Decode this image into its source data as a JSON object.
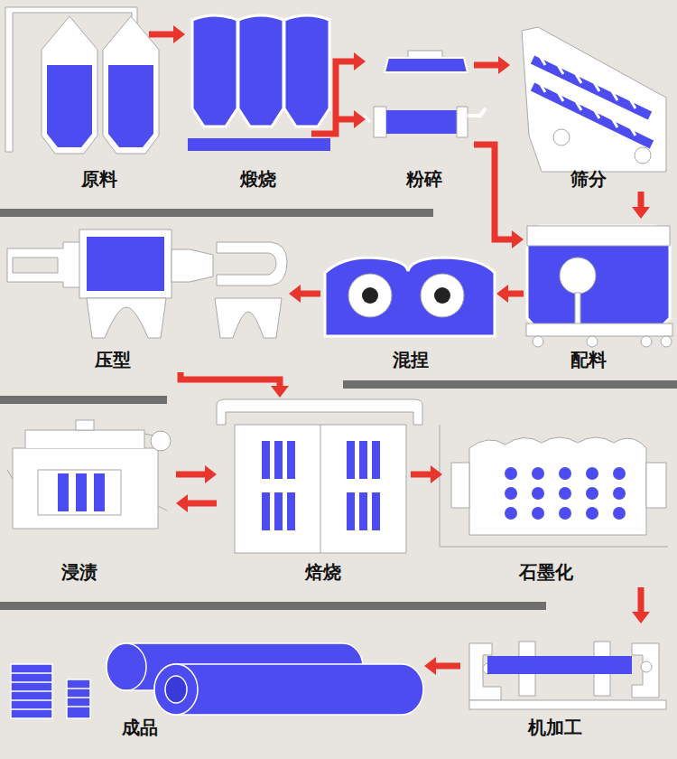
{
  "diagram": {
    "nodes": [
      {
        "text": [
          "原料"
        ]
      },
      {
        "text": [
          "煅烧"
        ]
      },
      {
        "text": [
          "粉碎"
        ]
      },
      {
        "text": [
          "筛分"
        ]
      },
      {
        "text": [
          "配料"
        ]
      },
      {
        "text": [
          "混捏"
        ]
      },
      {
        "text": [
          "压型"
        ]
      },
      {
        "text": [
          "浸渍"
        ]
      },
      {
        "text": [
          "焙烧"
        ]
      },
      {
        "text": [
          "石墨化"
        ]
      },
      {
        "text": [
          "机加工"
        ]
      },
      {
        "text": [
          "成品"
        ]
      }
    ],
    "edges": [
      {
        "from": 0,
        "to": 1,
        "arrow": "to"
      },
      {
        "from": 1,
        "to": 2,
        "arrow": "to"
      },
      {
        "from": 2,
        "to": 3,
        "arrow": "to"
      },
      {
        "from": 3,
        "to": 4,
        "arrow": "to"
      },
      {
        "from": 2,
        "to": 4,
        "arrow": "to"
      },
      {
        "from": 4,
        "to": 5,
        "arrow": "to"
      },
      {
        "from": 5,
        "to": 6,
        "arrow": "to"
      },
      {
        "from": 6,
        "to": 8,
        "arrow": "to"
      },
      {
        "from": 8,
        "to": 7,
        "arrow": "to"
      },
      {
        "from": 7,
        "to": 8,
        "arrow": "to"
      },
      {
        "from": 8,
        "to": 9,
        "arrow": "to"
      },
      {
        "from": 9,
        "to": 10,
        "arrow": "to"
      },
      {
        "from": 10,
        "to": 11,
        "arrow": "to"
      }
    ]
  }
}
